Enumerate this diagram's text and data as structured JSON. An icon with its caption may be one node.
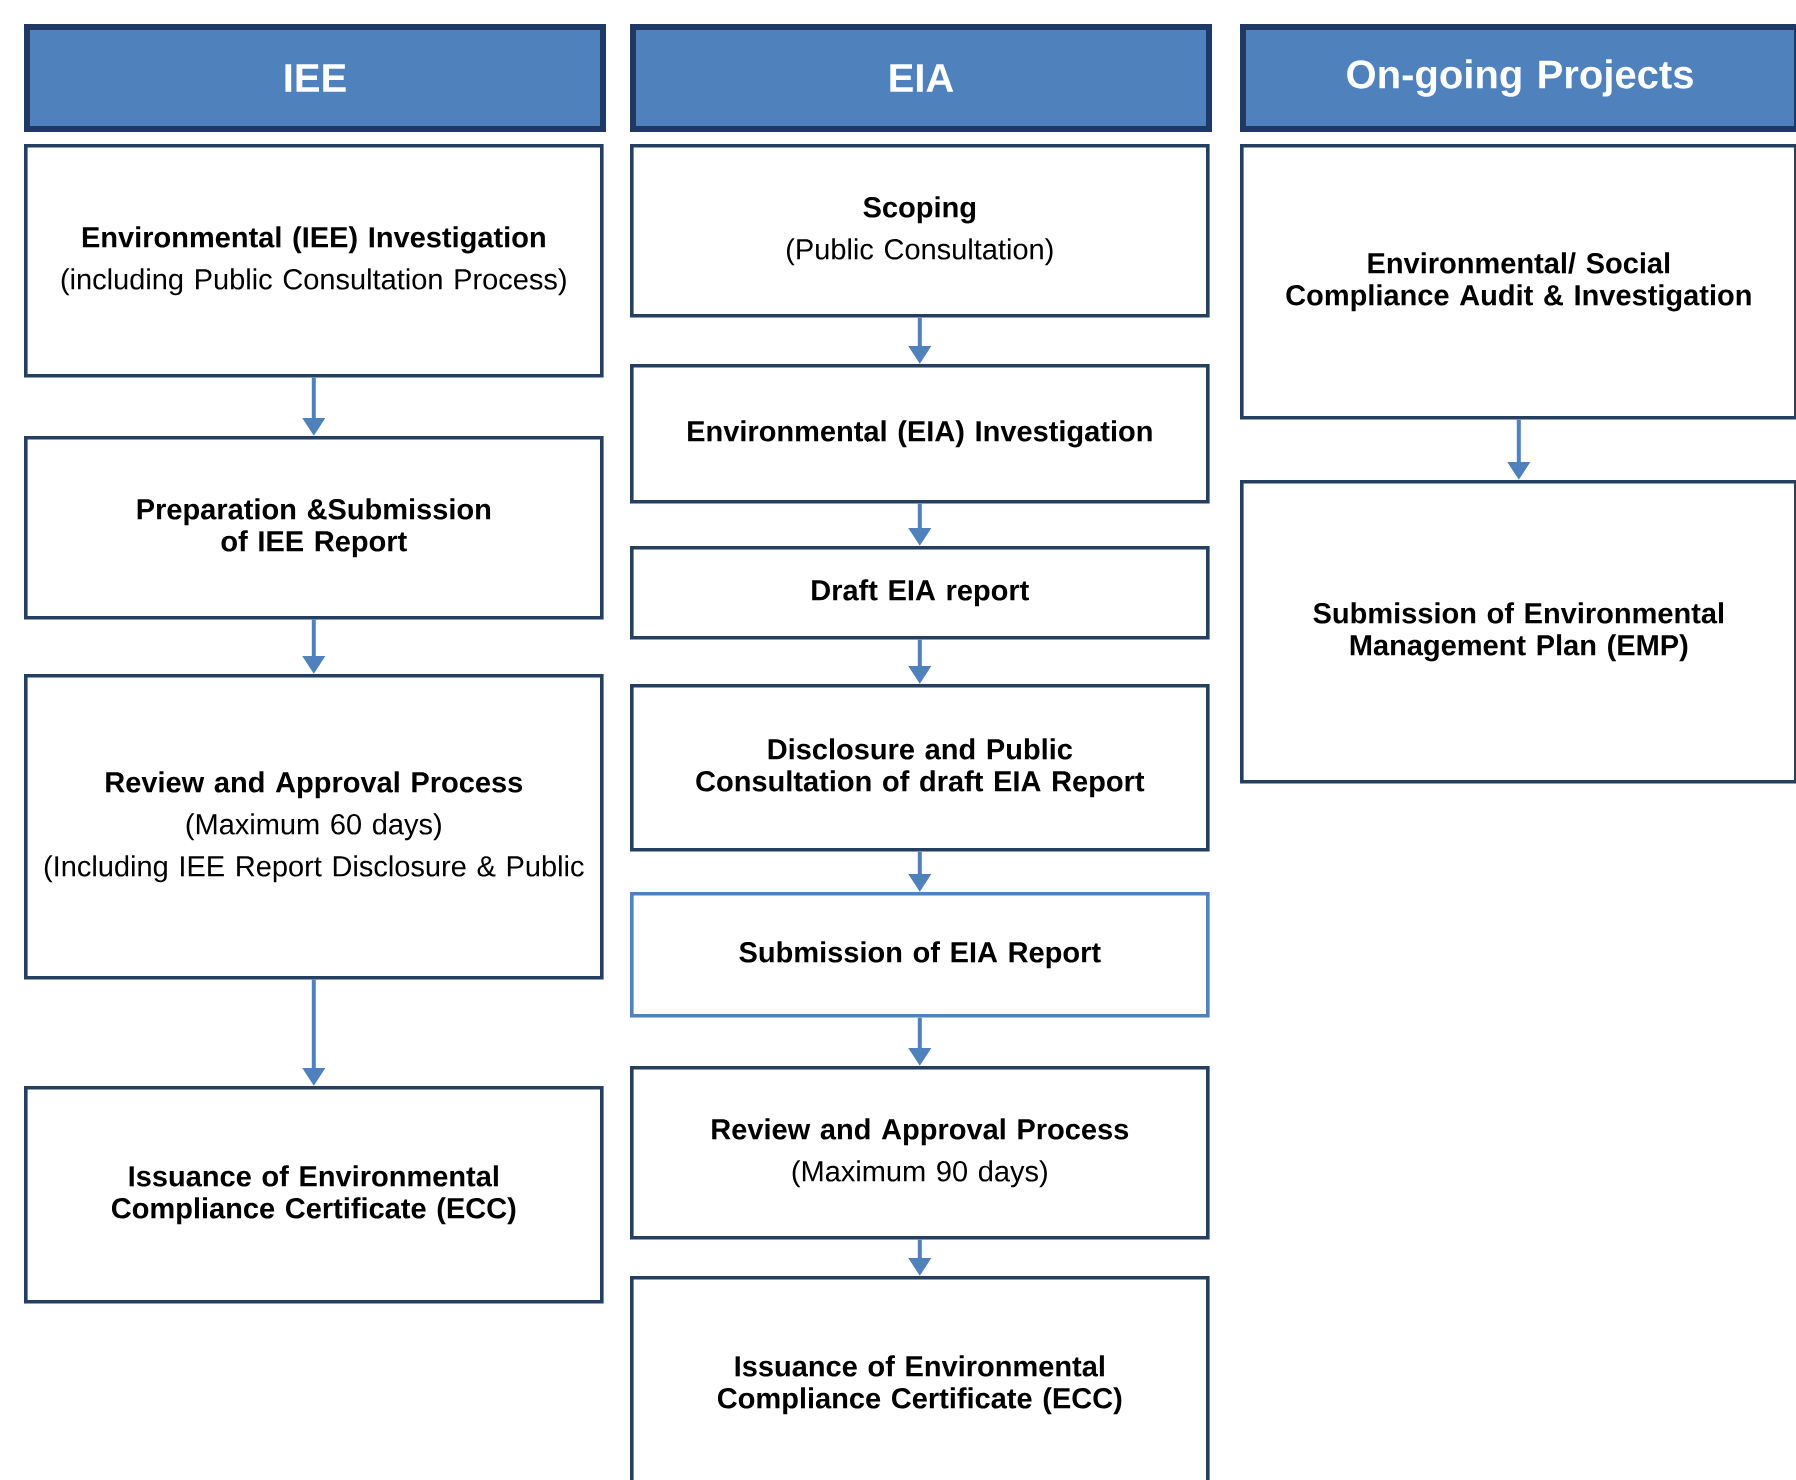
{
  "diagram": {
    "nodes": [
      {
        "text": [
          "IEE"
        ]
      },
      {
        "text": [
          "EIA"
        ]
      },
      {
        "text": [
          "On-going Projects"
        ]
      },
      {
        "text": [
          "Environmental (IEE) Investigation",
          "(including Public Consultation Process)"
        ]
      },
      {
        "text": [
          "Preparation &Submission of IEE Report"
        ]
      },
      {
        "text": [
          "Review and Approval Process",
          "(Maximum 60 days)",
          "(Including IEE Report Disclosure & Public"
        ]
      },
      {
        "text": [
          "Issuance of Environmental Compliance Certificate (ECC)"
        ]
      },
      {
        "text": [
          "Scoping",
          "(Public Consultation)"
        ]
      },
      {
        "text": [
          "Environmental (EIA) Investigation"
        ]
      },
      {
        "text": [
          "Draft EIA report"
        ]
      },
      {
        "text": [
          "Disclosure and Public Consultation of draft EIA Report"
        ]
      },
      {
        "text": [
          "Submission of EIA Report"
        ]
      },
      {
        "text": [
          "Review and Approval Process",
          "(Maximum 90 days)"
        ]
      },
      {
        "text": [
          "Issuance of Environmental Compliance Certificate (ECC)"
        ]
      },
      {
        "text": [
          "Environmental/ Social Compliance Audit & Investigation"
        ]
      },
      {
        "text": [
          "Submission of Environmental Management Plan (EMP)"
        ]
      }
    ],
    "edges": [
      {
        "from": 3,
        "to": 4,
        "arrow": "to"
      },
      {
        "from": 4,
        "to": 5,
        "arrow": "to"
      },
      {
        "from": 5,
        "to": 6,
        "arrow": "to"
      },
      {
        "from": 7,
        "to": 8,
        "arrow": "to"
      },
      {
        "from": 8,
        "to": 9,
        "arrow": "to"
      },
      {
        "from": 9,
        "to": 10,
        "arrow": "to"
      },
      {
        "from": 10,
        "to": 11,
        "arrow": "to"
      },
      {
        "from": 11,
        "to": 12,
        "arrow": "to"
      },
      {
        "from": 12,
        "to": 13,
        "arrow": "to"
      },
      {
        "from": 14,
        "to": 15,
        "arrow": "to"
      }
    ]
  }
}
